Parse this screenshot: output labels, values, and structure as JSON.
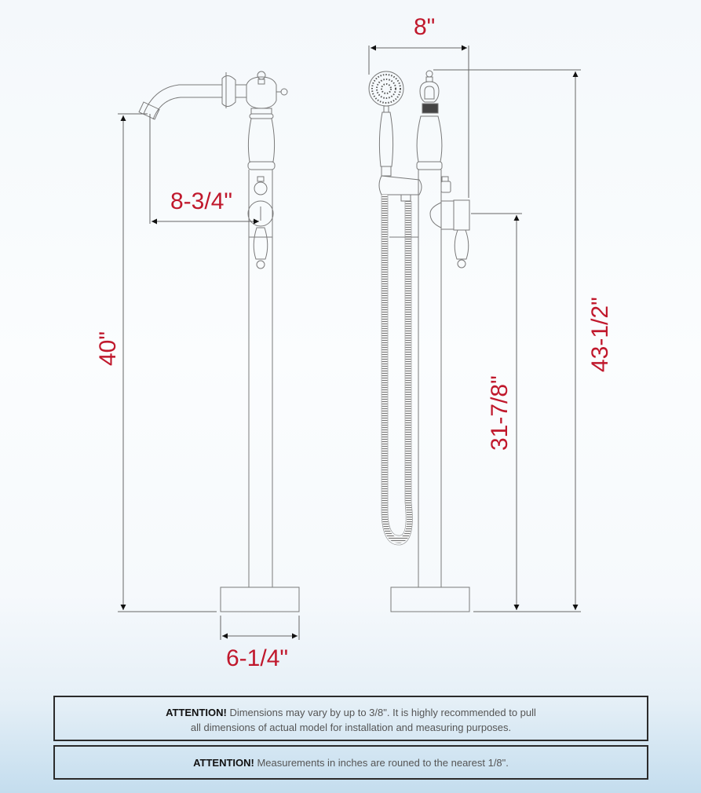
{
  "diagram": {
    "subject": "Freestanding tub filler faucet dimensions",
    "views": [
      "side-view",
      "front-view"
    ],
    "dimensions": {
      "spout_reach": "8-3/4\"",
      "spout_height": "40\"",
      "base_width": "6-1/4\"",
      "overall_width": "8\"",
      "handle_height": "31-7/8\"",
      "overall_height": "43-1/2\""
    },
    "colors": {
      "dimension_text": "#c0182c",
      "line": "#6b6b6b",
      "border": "#2b2b2b"
    }
  },
  "notices": [
    {
      "label": "ATTENTION!",
      "line1": " Dimensions may vary by up to 3/8\". It is highly recommended to pull",
      "line2": "all dimensions of actual model for installation and measuring purposes."
    },
    {
      "label": "ATTENTION!",
      "line1": " Measurements in inches are rouned to the nearest 1/8\"."
    }
  ]
}
